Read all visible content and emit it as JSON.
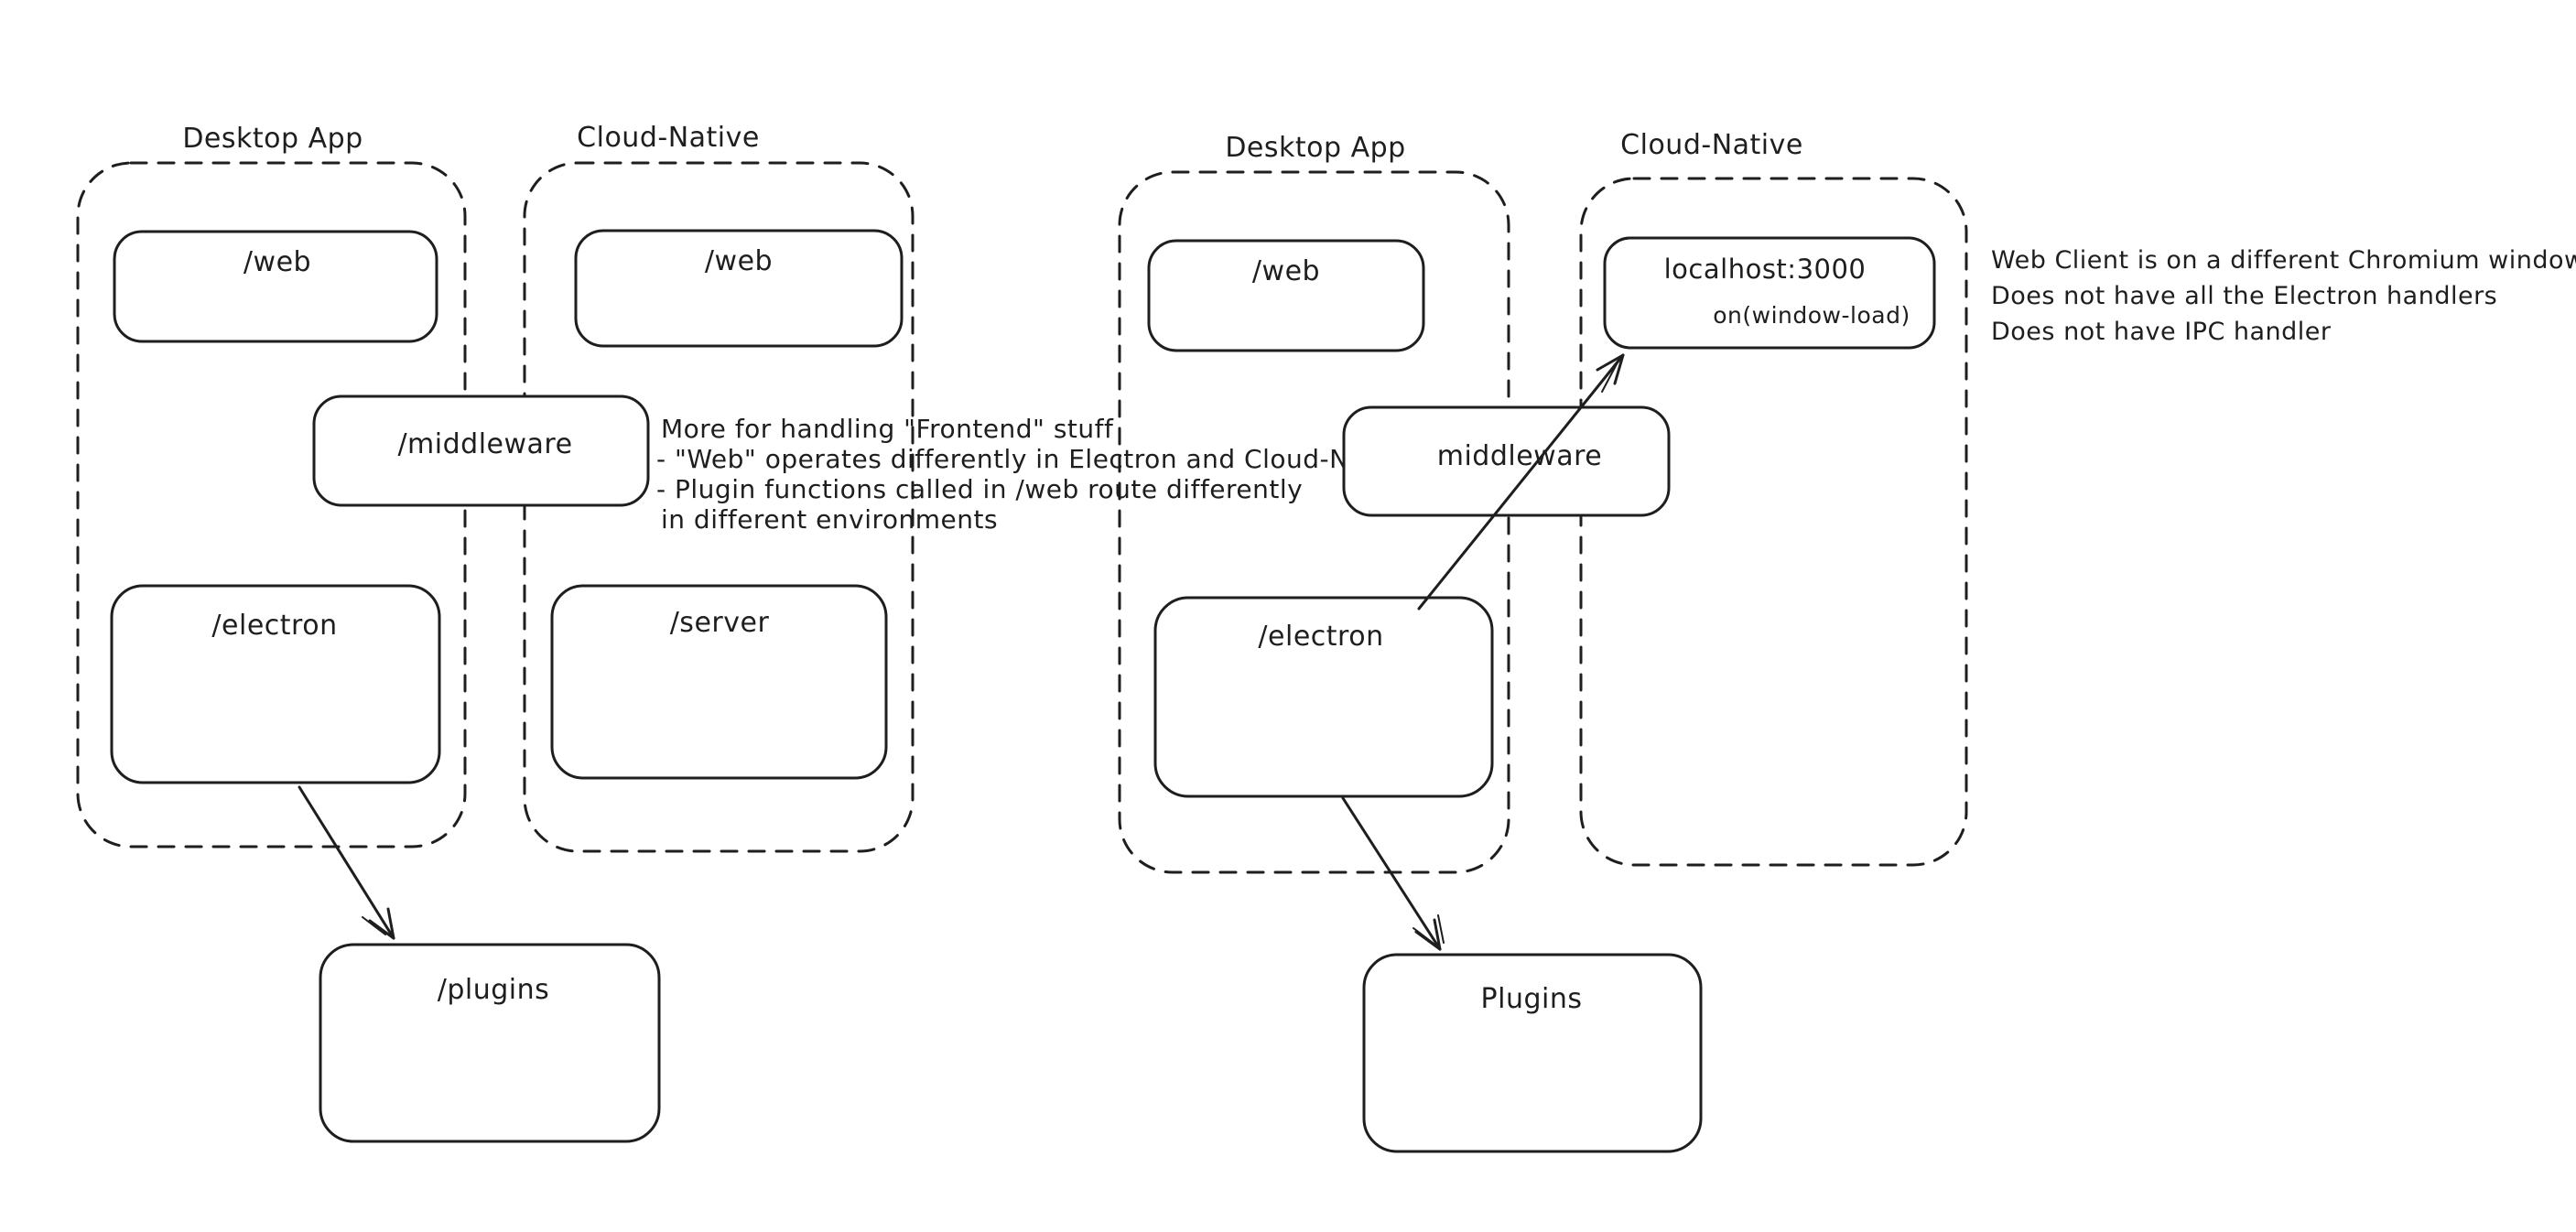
{
  "colors": {
    "ink": "#1e1e1e",
    "green": "#4a9b57",
    "red": "#d0453a"
  },
  "left_diagram": {
    "desktop_container_label": "Desktop App",
    "cloud_container_label": "Cloud-Native",
    "boxes": {
      "web_desktop": "/web",
      "web_cloud": "/web",
      "middleware": "/middleware",
      "electron": "/electron",
      "server": "/server",
      "plugins": "/plugins"
    },
    "note": {
      "lines": [
        "More for handling \"Frontend\" stuff",
        "- \"Web\" operates differently in Electron and Cloud-Native",
        "- Plugin functions called in /web route differently",
        "in different environments"
      ]
    }
  },
  "right_diagram": {
    "desktop_container_label": "Desktop App",
    "cloud_container_label": "Cloud-Native",
    "boxes": {
      "web": "/web",
      "localhost": "localhost:3000",
      "on_window_load": "on(window-load)",
      "middleware": "middleware",
      "electron": "/electron",
      "plugins": "Plugins"
    },
    "note": {
      "lines": [
        "Web Client is on a different Chromium window",
        "Does not have all the Electron handlers",
        "Does not have IPC handler"
      ]
    }
  }
}
